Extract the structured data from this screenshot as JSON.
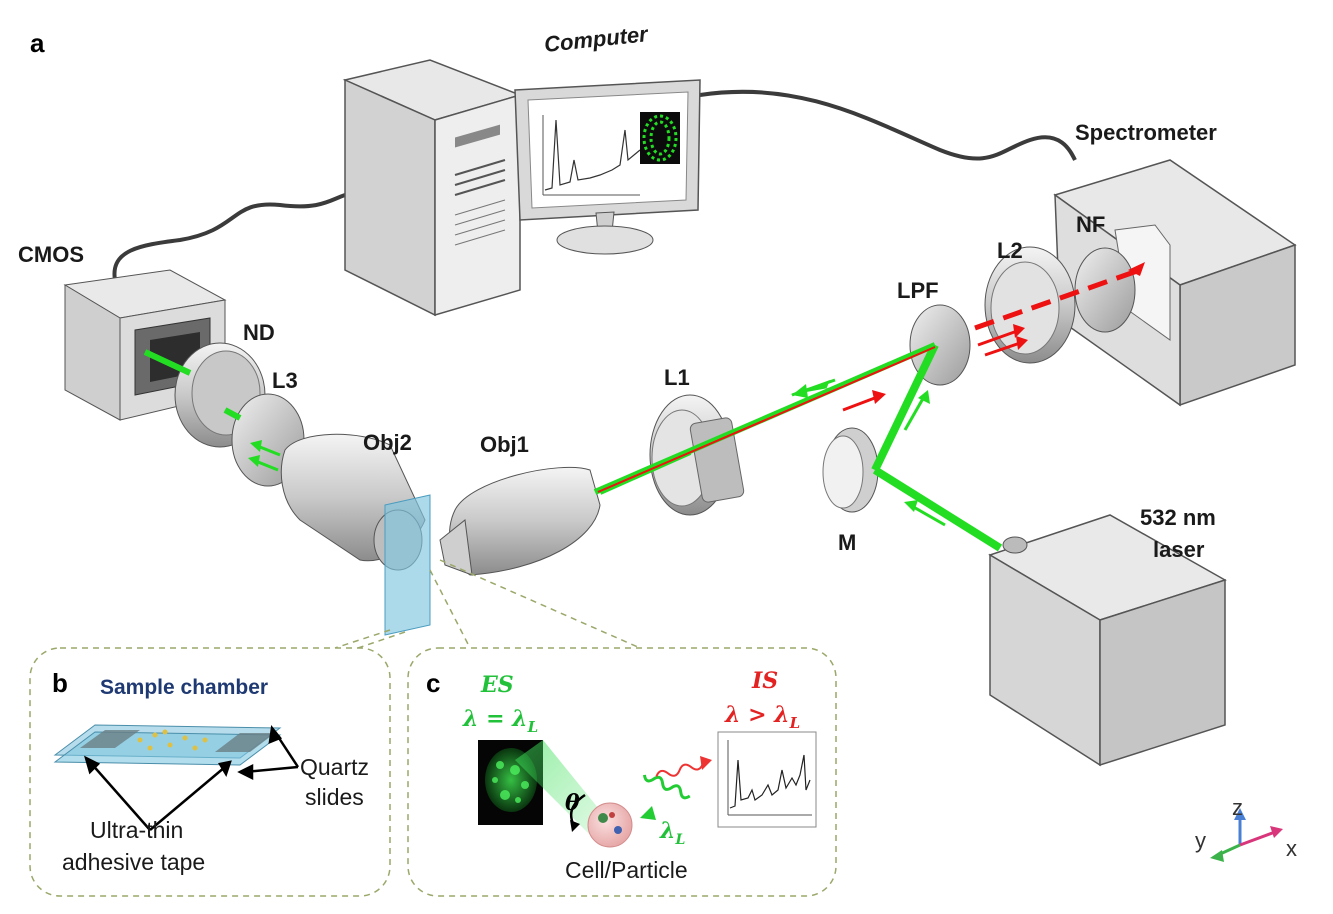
{
  "panels": {
    "a": "a",
    "b": "b",
    "c": "c"
  },
  "components": {
    "computer": "Computer",
    "spectrometer": "Spectrometer",
    "cmos": "CMOS",
    "nd": "ND",
    "l3": "L3",
    "obj2": "Obj2",
    "obj1": "Obj1",
    "l1": "L1",
    "lpf": "LPF",
    "l2": "L2",
    "nf": "NF",
    "m": "M",
    "laser_line1": "532 nm",
    "laser_line2": "laser"
  },
  "panel_b": {
    "title": "Sample chamber",
    "quartz_line1": "Quartz",
    "quartz_line2": "slides",
    "tape_line1": "Ultra-thin",
    "tape_line2": "adhesive tape"
  },
  "panel_c": {
    "es": "ES",
    "es_eq": "λ = λ",
    "es_sub": "L",
    "is": "IS",
    "is_eq": "λ > λ",
    "is_sub": "L",
    "lambda_l": "λ",
    "lambda_l_sub": "L",
    "theta": "θ",
    "cell": "Cell/Particle"
  },
  "axes": {
    "x": "x",
    "y": "y",
    "z": "z"
  },
  "colors": {
    "laser_green": "#22dd22",
    "signal_red": "#ee1111",
    "housing_gray": "#d8d8d8",
    "slide_blue": "#7fc6e0",
    "panel_border": "#9aa86a"
  }
}
